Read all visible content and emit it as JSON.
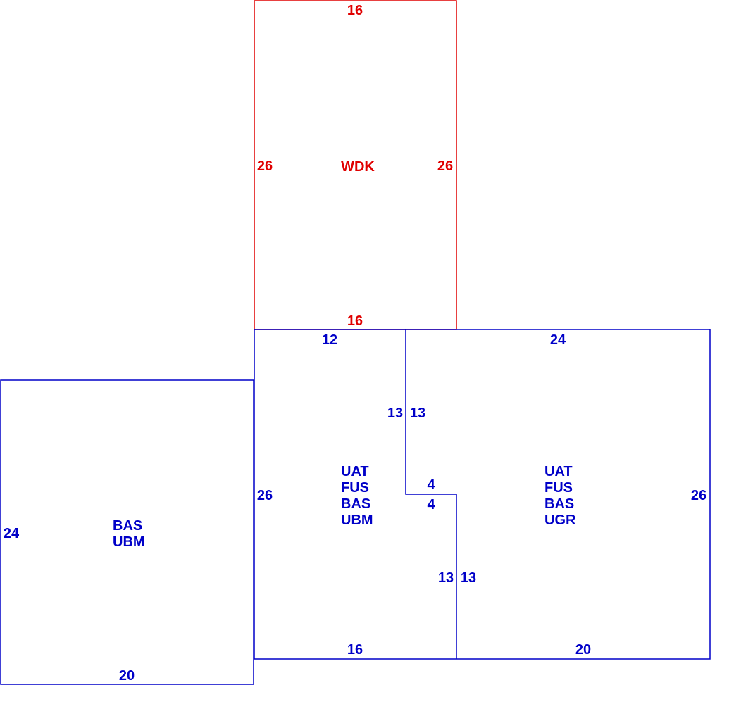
{
  "colors": {
    "deck": "#e00000",
    "main": "#0000c8",
    "background": "#ffffff"
  },
  "sections": {
    "deck": {
      "code": "WDK",
      "top": "16",
      "left": "26",
      "right": "26",
      "bottom": "16"
    },
    "left_wing": {
      "codes": [
        "BAS",
        "UBM"
      ],
      "left": "24",
      "bottom": "20"
    },
    "center": {
      "codes": [
        "UAT",
        "FUS",
        "BAS",
        "UBM"
      ],
      "top": "12",
      "left": "26",
      "bottom": "16",
      "step_upper": "13",
      "step_mid": "4",
      "step_lower": "13"
    },
    "right_wing": {
      "codes": [
        "UAT",
        "FUS",
        "BAS",
        "UGR"
      ],
      "top": "24",
      "right": "26",
      "bottom": "20",
      "step_upper": "13",
      "step_mid": "4",
      "step_lower": "13"
    }
  }
}
